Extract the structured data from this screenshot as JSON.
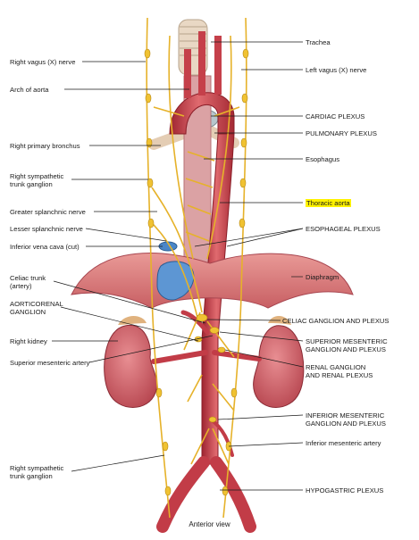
{
  "left_labels": [
    {
      "id": "right-vagus-nerve-label",
      "text": "Right vagus (X) nerve"
    },
    {
      "id": "arch-of-aorta-label",
      "text": "Arch of aorta"
    },
    {
      "id": "right-primary-bronchus-label",
      "text": "Right primary bronchus"
    },
    {
      "id": "right-sympathetic-trunk-ganglion-upper-label",
      "text": "Right sympathetic\ntrunk ganglion"
    },
    {
      "id": "greater-splanchnic-nerve-label",
      "text": "Greater splanchnic nerve"
    },
    {
      "id": "lesser-splanchnic-nerve-label",
      "text": "Lesser splanchnic nerve"
    },
    {
      "id": "inferior-vena-cava-label",
      "text": "Inferior vena cava (cut)"
    },
    {
      "id": "celiac-trunk-label",
      "text": "Celiac trunk\n(artery)"
    },
    {
      "id": "aorticorenal-ganglion-label",
      "text": "AORTICORENAL\nGANGLION"
    },
    {
      "id": "right-kidney-label",
      "text": "Right kidney"
    },
    {
      "id": "superior-mesenteric-artery-label",
      "text": "Superior mesenteric artery"
    },
    {
      "id": "right-sympathetic-trunk-ganglion-lower-label",
      "text": "Right sympathetic\ntrunk ganglion"
    }
  ],
  "right_labels": [
    {
      "id": "trachea-label",
      "text": "Trachea"
    },
    {
      "id": "left-vagus-nerve-label",
      "text": "Left vagus (X) nerve"
    },
    {
      "id": "cardiac-plexus-label",
      "text": "CARDIAC PLEXUS"
    },
    {
      "id": "pulmonary-plexus-label",
      "text": "PULMONARY PLEXUS"
    },
    {
      "id": "esophagus-label",
      "text": "Esophagus"
    },
    {
      "id": "thoracic-aorta-label",
      "text": "Thoracic aorta"
    },
    {
      "id": "esophageal-plexus-label",
      "text": "ESOPHAGEAL PLEXUS"
    },
    {
      "id": "diaphragm-label",
      "text": "Diaphragm"
    },
    {
      "id": "celiac-ganglion-label",
      "text": "CELIAC GANGLION AND PLEXUS"
    },
    {
      "id": "superior-mesenteric-ganglion-label",
      "text": "SUPERIOR MESENTERIC\nGANGLION AND PLEXUS"
    },
    {
      "id": "renal-ganglion-label",
      "text": "RENAL GANGLION\nAND RENAL PLEXUS"
    },
    {
      "id": "inferior-mesenteric-ganglion-label",
      "text": "INFERIOR MESENTERIC\nGANGLION AND PLEXUS"
    },
    {
      "id": "inferior-mesenteric-artery-label",
      "text": "Inferior mesenteric artery"
    },
    {
      "id": "hypogastric-plexus-label",
      "text": "HYPOGASTRIC PLEXUS"
    }
  ],
  "highlighted_label_id": "thoracic-aorta-label",
  "caption": "Anterior view",
  "colors": {
    "aorta": "#c83a45",
    "nerve": "#e6b22a",
    "diaphragm": "#d9767a",
    "kidney": "#c95a60",
    "vena_cava": "#4a86c8",
    "highlight": "#fff200"
  }
}
